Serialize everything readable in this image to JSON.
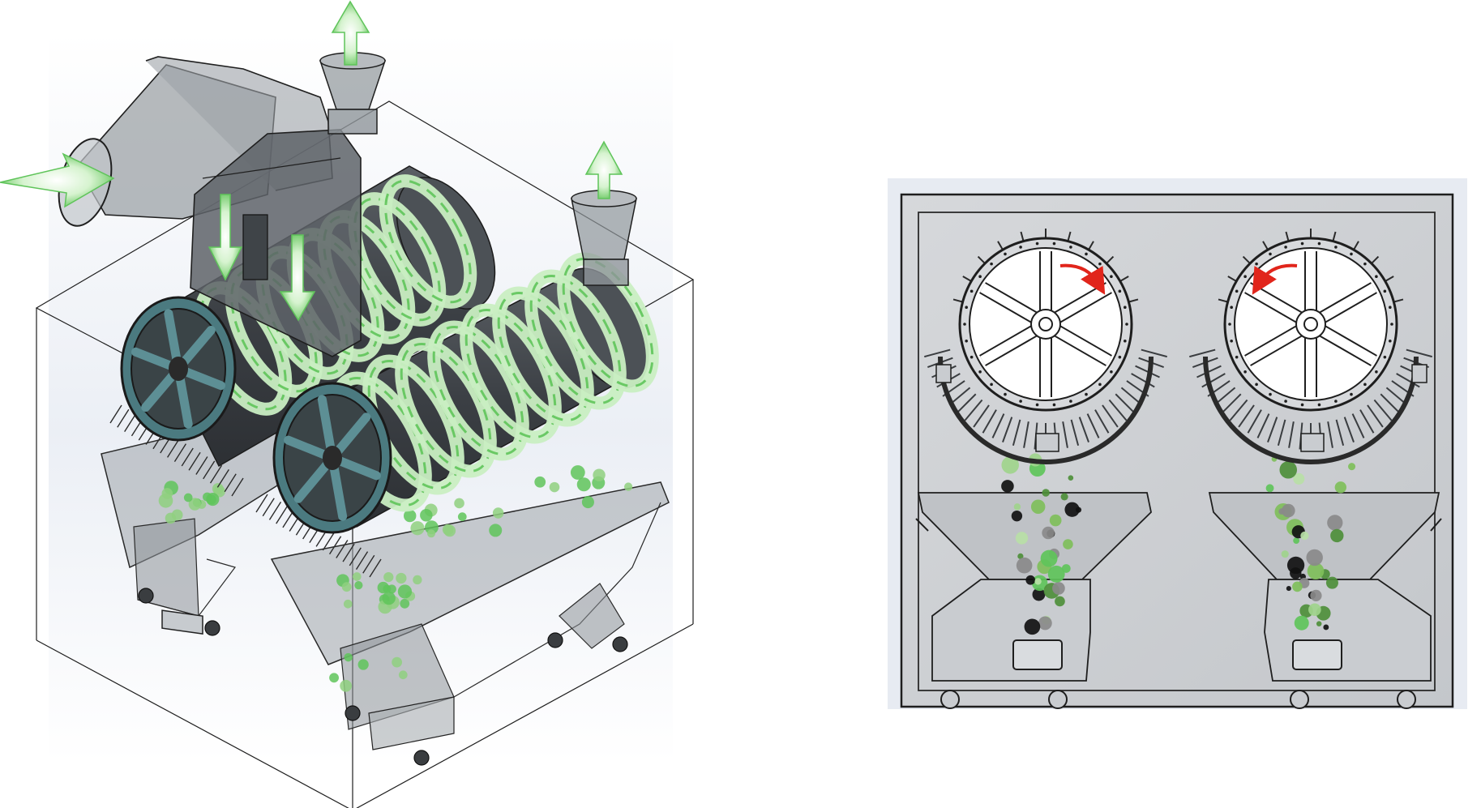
{
  "figure": {
    "panels": [
      {
        "id": "isometric-view",
        "view": "isometric-3d"
      },
      {
        "id": "front-view",
        "view": "orthographic-front"
      }
    ],
    "colors": {
      "airflow": "#5fc45a",
      "airflow_light": "#c9eec2",
      "machine_dark": "#454a4f",
      "machine_glass": "#b3b8bd",
      "wheel_teal": "#4b7a80",
      "rotation_arrow": "#e1251b",
      "panel_bg": "#cfd1d4",
      "particle_dark": "#111111",
      "particle_gray": "#8a8a8a"
    },
    "rotation": {
      "left_drum": "clockwise",
      "right_drum": "counterclockwise"
    }
  }
}
